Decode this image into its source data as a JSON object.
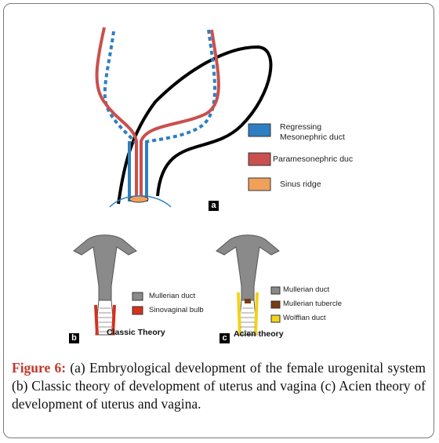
{
  "figure": {
    "panel_a": {
      "tag": "a",
      "legend": [
        {
          "label": "Regressing\nMesonephric duct",
          "color": "#2e7fc1"
        },
        {
          "label": "Paramesonephric duc",
          "color": "#c9504e"
        },
        {
          "label": "Sinus ridge",
          "color": "#f0a05a"
        }
      ]
    },
    "panel_b": {
      "tag": "b",
      "title": "Classic Theory",
      "legend": [
        {
          "label": "Mullerian duct",
          "color": "#8a8a8a"
        },
        {
          "label": "Sinovaginal bulb",
          "color": "#d6301e"
        }
      ]
    },
    "panel_c": {
      "tag": "c",
      "title": "Acien theory",
      "legend": [
        {
          "label": "Mullerian duct",
          "color": "#8a8a8a"
        },
        {
          "label": "Mullerian tubercle",
          "color": "#7a3a12"
        },
        {
          "label": "Wolffian duct",
          "color": "#f2d21a"
        }
      ]
    }
  },
  "caption": {
    "label": "Figure 6:",
    "text": " (a) Embryological development of the female urogenital system (b) Classic theory of development of uterus and vagina (c) Acien theory of development of uterus and vagina."
  }
}
